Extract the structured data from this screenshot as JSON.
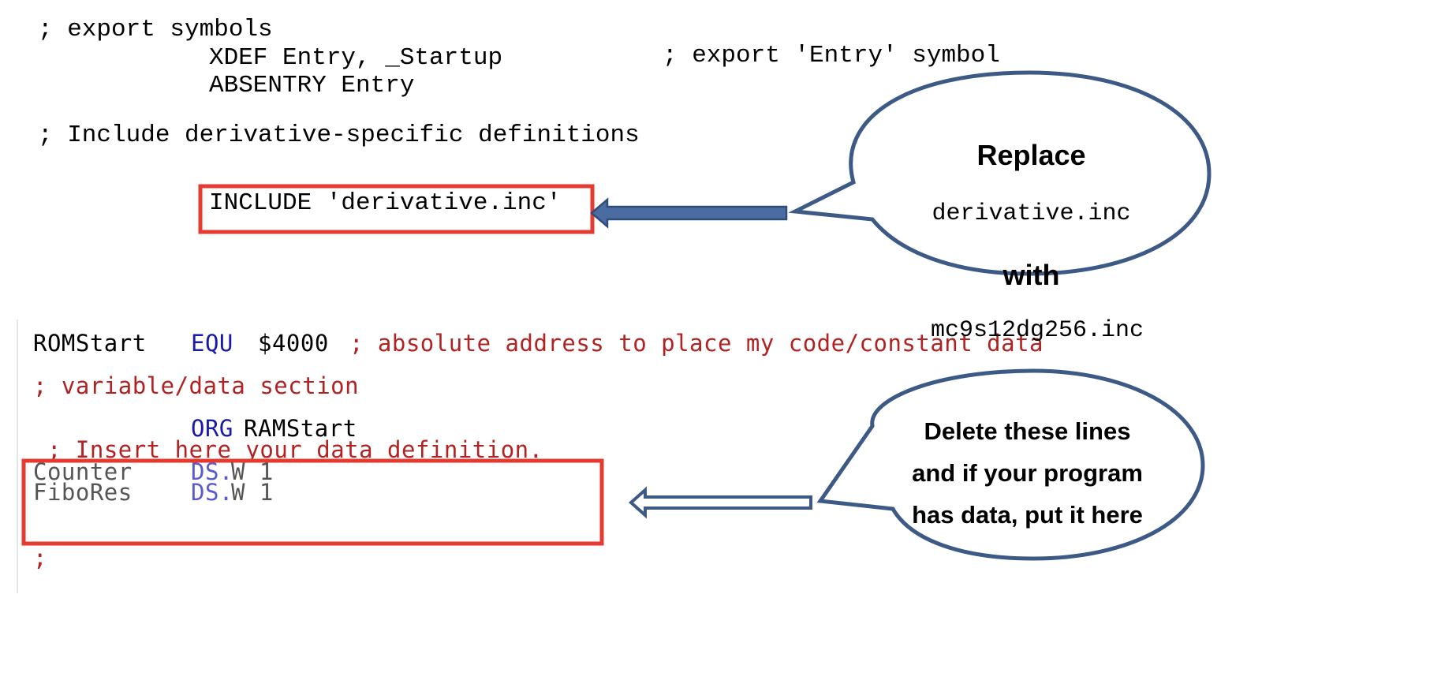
{
  "top_code": {
    "line1": "; export symbols",
    "line2": "XDEF Entry, _Startup",
    "line2_comment": "; export 'Entry' symbol",
    "line3": "ABSENTRY Entry",
    "line4": "; Include derivative-specific definitions",
    "line5": "INCLUDE 'derivative.inc'"
  },
  "ide_code": {
    "rom_label": "ROMStart",
    "rom_kw": "EQU",
    "rom_value": "$4000",
    "rom_comment": "; absolute address to place my code/constant data",
    "section_comment": "; variable/data section",
    "org_kw": "ORG",
    "org_value": "RAMStart",
    "insert_comment": "; Insert here your data definition.",
    "counter_label": "Counter",
    "counter_kw": "DS.",
    "counter_value": "W 1",
    "fibo_label": "FiboRes",
    "fibo_kw": "DS.",
    "fibo_value": "W 1",
    "trailing": ";"
  },
  "callout1": {
    "replace": "Replace",
    "old_file": "derivative.inc",
    "with": "with",
    "new_file": "mc9s12dg256.inc"
  },
  "callout2": {
    "text": "Delete these lines\nand if your program\nhas data, put it here"
  },
  "colors": {
    "highlight_box": "#e53a2f",
    "arrow_fill": "#4a6ca0",
    "bubble_stroke": "#3d5a86"
  }
}
